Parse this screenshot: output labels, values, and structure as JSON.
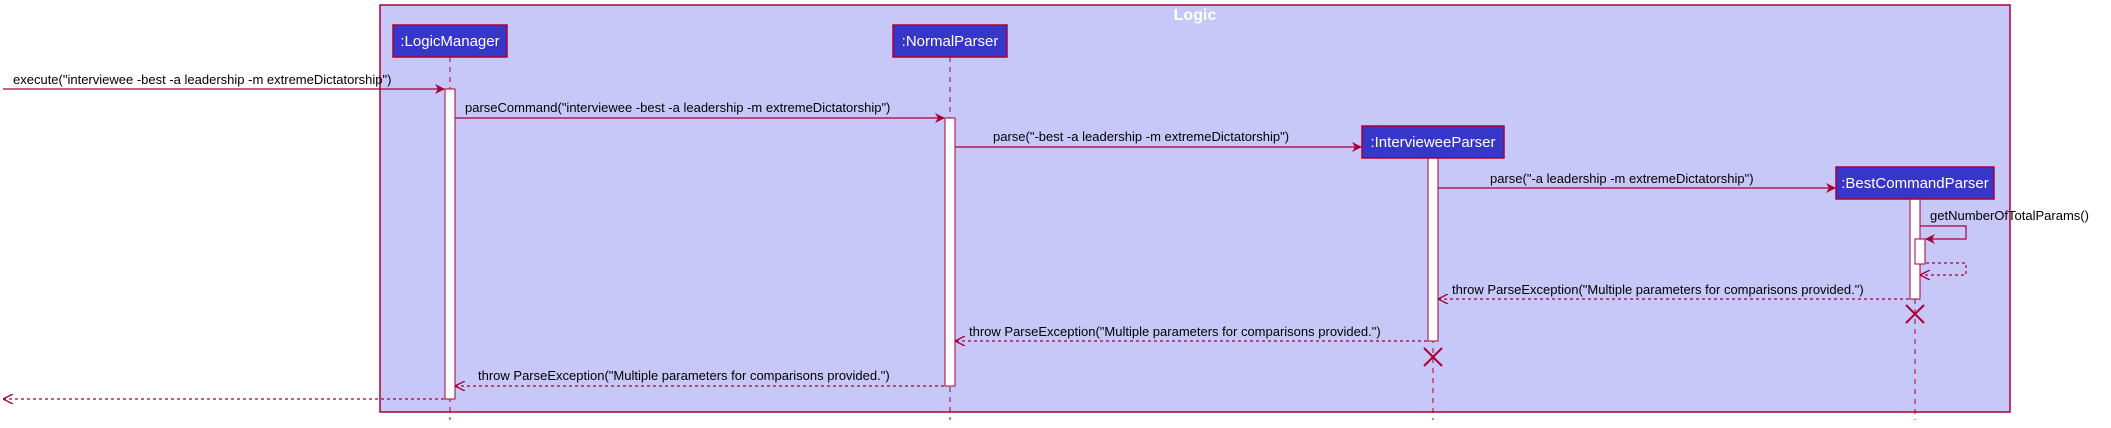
{
  "frame": {
    "title": "Logic"
  },
  "colors": {
    "frame_fill": "#c8c8f8",
    "frame_border": "#a80036",
    "participant_fill": "#3636c8",
    "participant_text": "#ffffff",
    "arrow": "#a80036",
    "activation_fill": "#ffffff"
  },
  "participants": [
    {
      "id": "logic-manager",
      "name": ":LogicManager"
    },
    {
      "id": "normal-parser",
      "name": ":NormalParser"
    },
    {
      "id": "interviewee-parser",
      "name": ":IntervieweeParser"
    },
    {
      "id": "best-command-parser",
      "name": ":BestCommandParser"
    }
  ],
  "messages": [
    {
      "id": "execute",
      "text": "execute(\"interviewee -best -a leadership -m extremeDictatorship\")",
      "from": "external",
      "to": "logic-manager",
      "style": "solid"
    },
    {
      "id": "parse-command",
      "text": "parseCommand(\"interviewee -best -a leadership -m extremeDictatorship\")",
      "from": "logic-manager",
      "to": "normal-parser",
      "style": "solid"
    },
    {
      "id": "parse-best",
      "text": "parse(\"-best -a leadership -m extremeDictatorship\")",
      "from": "normal-parser",
      "to": "interviewee-parser",
      "style": "solid",
      "creates": true
    },
    {
      "id": "parse-a",
      "text": "parse(\"-a leadership -m extremeDictatorship\")",
      "from": "interviewee-parser",
      "to": "best-command-parser",
      "style": "solid",
      "creates": true
    },
    {
      "id": "get-number",
      "text": "getNumberOfTotalParams()",
      "from": "best-command-parser",
      "to": "best-command-parser",
      "style": "self"
    },
    {
      "id": "throw-1",
      "text": "throw ParseException(\"Multiple parameters for comparisons provided.\")",
      "from": "best-command-parser",
      "to": "interviewee-parser",
      "style": "dashed"
    },
    {
      "id": "throw-2",
      "text": "throw ParseException(\"Multiple parameters for comparisons provided.\")",
      "from": "interviewee-parser",
      "to": "normal-parser",
      "style": "dashed"
    },
    {
      "id": "throw-3",
      "text": "throw ParseException(\"Multiple parameters for comparisons provided.\")",
      "from": "normal-parser",
      "to": "logic-manager",
      "style": "dashed"
    },
    {
      "id": "return-external",
      "text": "",
      "from": "logic-manager",
      "to": "external",
      "style": "dashed"
    }
  ],
  "destroyed": [
    "best-command-parser",
    "interviewee-parser"
  ]
}
